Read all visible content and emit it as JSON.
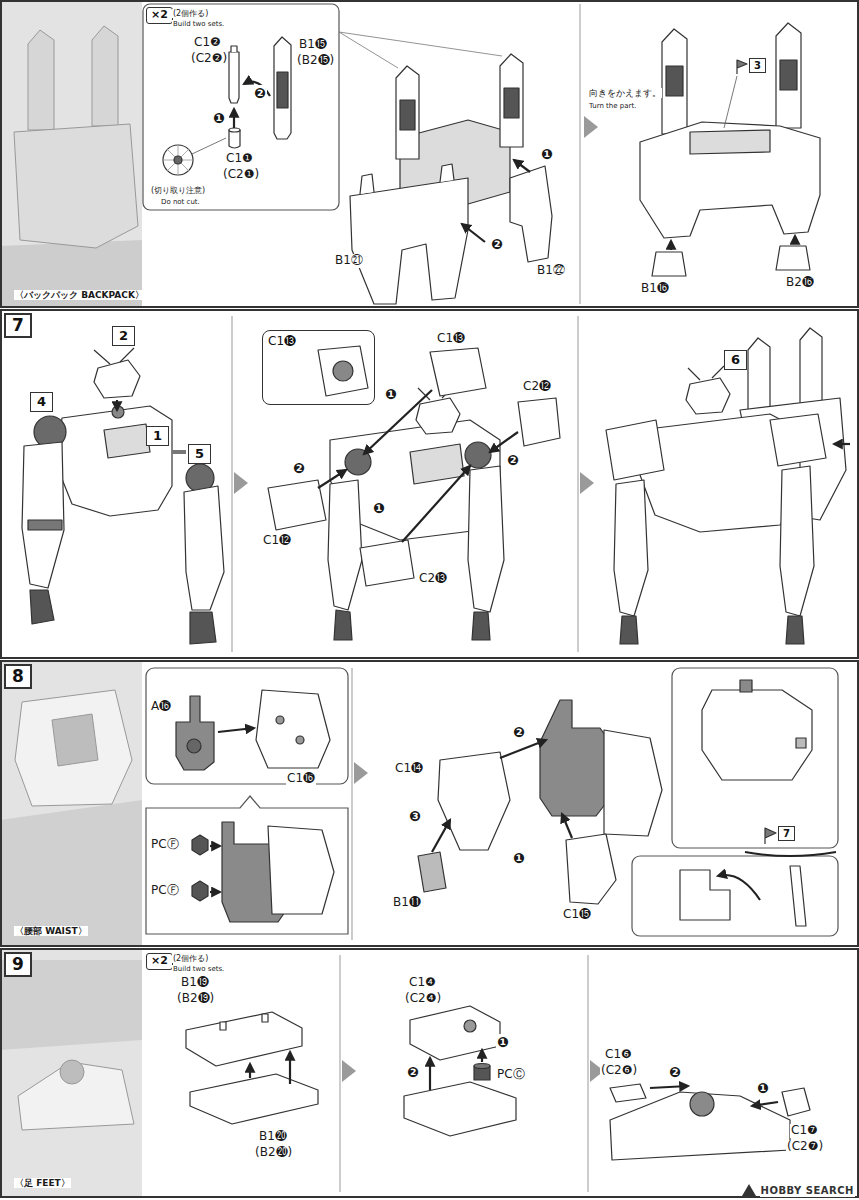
{
  "diagram": {
    "nodes": [
      {
        "text": [
          "×2"
        ]
      },
      {
        "text": [
          "3"
        ]
      },
      {
        "text": [
          "7"
        ]
      },
      {
        "text": [
          "2"
        ]
      },
      {
        "text": [
          "4"
        ]
      },
      {
        "text": [
          "1"
        ]
      },
      {
        "text": [
          "5"
        ]
      },
      {
        "text": [
          "C1⓭"
        ]
      },
      {
        "text": [
          "6"
        ]
      },
      {
        "text": [
          "8"
        ]
      },
      {
        "text": [
          "7"
        ]
      },
      {
        "text": [
          "9"
        ]
      },
      {
        "text": [
          "×2"
        ]
      }
    ],
    "labels": [
      "(2個作る)",
      "Build two sets.",
      "C1❷",
      "(C2❷)",
      "❷",
      "B1⓯",
      "(B2⓯)",
      "❶",
      "(切り取り注意)",
      "Do not cut.",
      "C1❶",
      "(C2❶)",
      "❶",
      "❷",
      "B1㉒",
      "B1㉑",
      "向きをかえます。",
      "Turn the part.",
      "B1⓰",
      "B2⓰",
      "〈バックパック BACKPACK〉",
      "C1⓭",
      "❶",
      "C2⓬",
      "❷",
      "❷",
      "❶",
      "C1⓬",
      "C2⓭",
      "A⓰",
      "C1⓰",
      "PCⒻ",
      "PCⒻ",
      "❷",
      "C1⓮",
      "❸",
      "B1⓫",
      "❶",
      "C1⓯",
      "〈腰部 WAIST〉",
      "(2個作る)",
      "Build two sets.",
      "B1⓳",
      "(B2⓳)",
      "B1⓴",
      "(B2⓴)",
      "C1❹",
      "(C2❹)",
      "❶",
      "PCⒸ",
      "❷",
      "C1❻",
      "(C2❻)",
      "❷",
      "❶",
      "C1❼",
      "(C2❼)",
      "〈足 FEET〉",
      "HOBBY SEARCH"
    ]
  }
}
